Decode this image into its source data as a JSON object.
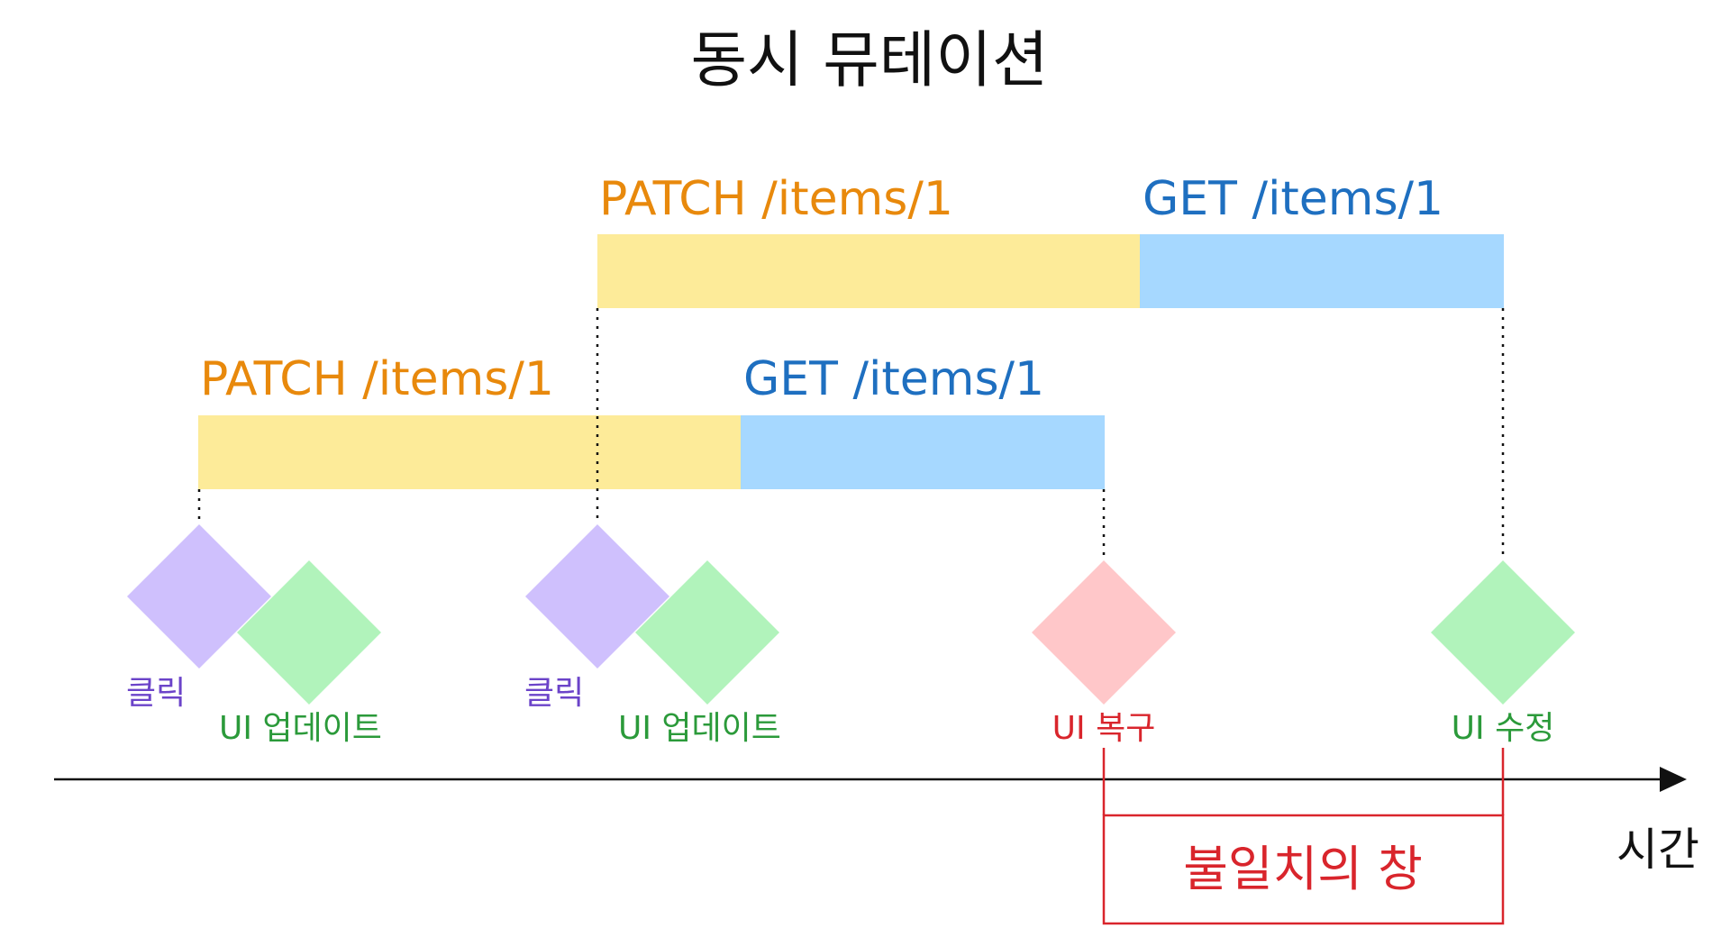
{
  "title": "동시 뮤테이션",
  "colors": {
    "patch_text": "#e8890c",
    "get_text": "#1e6fc0",
    "patch_bar": "#fdeb99",
    "get_bar": "#a6d8ff",
    "click_diamond": "#cfc0fd",
    "update_diamond": "#b1f3bb",
    "revert_diamond": "#ffc7c9",
    "click_text": "#6b43c9",
    "update_text": "#2b9a3a",
    "revert_text": "#d9252c",
    "axis": "#111111"
  },
  "requests": {
    "second_patch": "PATCH /items/1",
    "second_get": "GET /items/1",
    "first_patch": "PATCH /items/1",
    "first_get": "GET /items/1"
  },
  "markers": {
    "click_1": "클릭",
    "update_1": "UI 업데이트",
    "click_2": "클릭",
    "update_2": "UI 업데이트",
    "revert": "UI 복구",
    "fix": "UI 수정"
  },
  "axis": {
    "label": "시간"
  },
  "window": {
    "label": "불일치의 창"
  }
}
